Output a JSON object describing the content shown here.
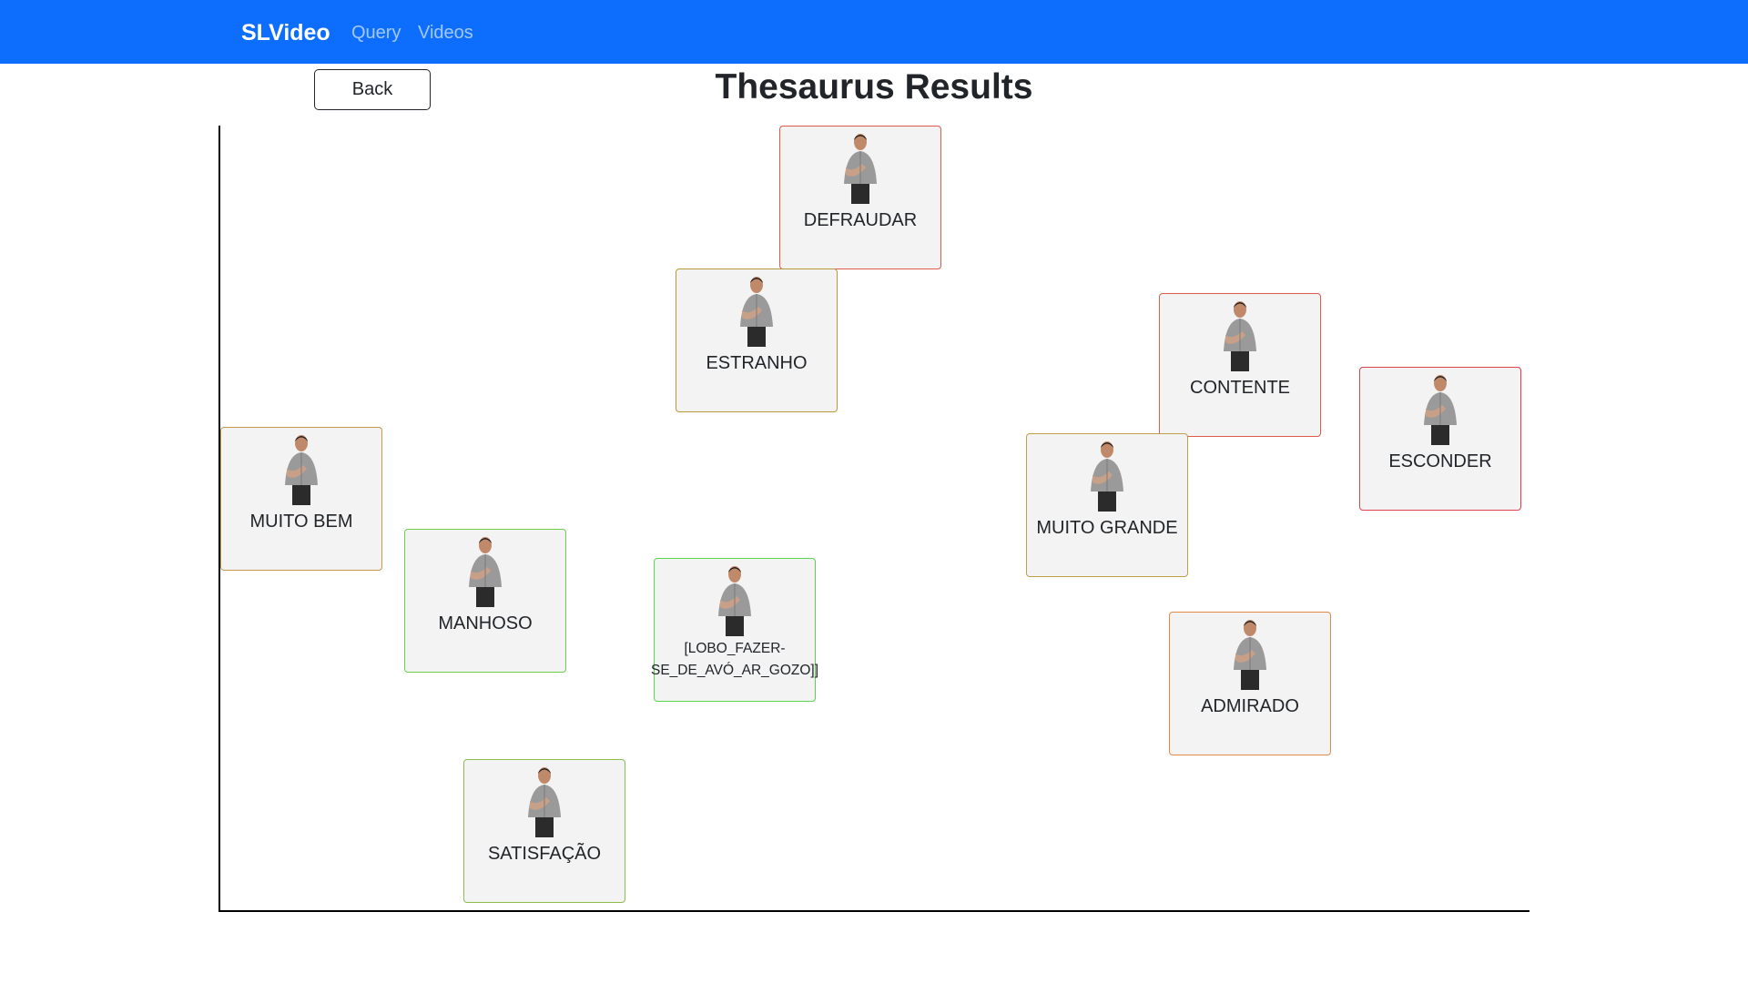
{
  "navbar": {
    "brand": "SLVideo",
    "links": [
      "Query",
      "Videos"
    ],
    "color": "#0d6efd"
  },
  "back_label": "Back",
  "title": "Thesaurus Results",
  "results": [
    {
      "label": "DEFRAUDAR",
      "border": "#e05a4e",
      "icon": "signer-thumbnail"
    },
    {
      "label": "ESTRANHO",
      "border": "#b8993a",
      "icon": "signer-thumbnail"
    },
    {
      "label": "CONTENTE",
      "border": "#e05a4e",
      "icon": "signer-thumbnail"
    },
    {
      "label": "ESCONDER",
      "border": "#e0404a",
      "icon": "signer-thumbnail"
    },
    {
      "label": "MUITO BEM",
      "border": "#c49a4a",
      "icon": "signer-thumbnail"
    },
    {
      "label": "MUITO GRANDE",
      "border": "#c0a04a",
      "icon": "signer-thumbnail"
    },
    {
      "label": "MANHOSO",
      "border": "#6acf4a",
      "icon": "signer-thumbnail"
    },
    {
      "label": "[LOBO_FAZER-SE_DE_AVÓ_AR_GOZO]]",
      "border": "#5ad64a",
      "icon": "signer-thumbnail"
    },
    {
      "label": "ADMIRADO",
      "border": "#e08a4a",
      "icon": "signer-thumbnail"
    },
    {
      "label": "SATISFAÇÃO",
      "border": "#8abd4a",
      "icon": "signer-thumbnail"
    }
  ]
}
